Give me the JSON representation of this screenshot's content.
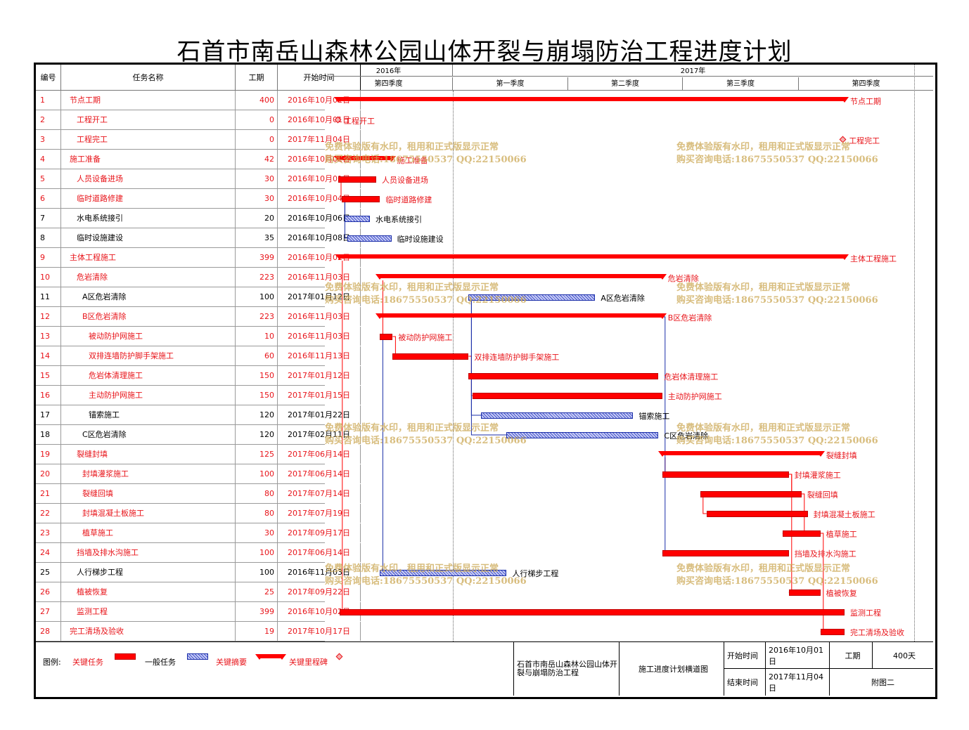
{
  "title": "石首市南岳山森林公园山体开裂与崩塌防治工程进度计划",
  "columns": {
    "id": "编号",
    "name": "任务名称",
    "duration": "工期",
    "start": "开始时间"
  },
  "timeline": {
    "years": [
      "2016年",
      "2017年"
    ],
    "quarters": [
      "第四季度",
      "第一季度",
      "第二季度",
      "第三季度",
      "第四季度"
    ]
  },
  "tasks": [
    {
      "id": "1",
      "name": "节点工期",
      "duration": "400",
      "start": "2016年10月01日",
      "level": 0,
      "critical": true
    },
    {
      "id": "2",
      "name": "工程开工",
      "duration": "0",
      "start": "2016年10月01日",
      "level": 1,
      "critical": true
    },
    {
      "id": "3",
      "name": "工程完工",
      "duration": "0",
      "start": "2017年11月04日",
      "level": 1,
      "critical": true
    },
    {
      "id": "4",
      "name": "施工准备",
      "duration": "42",
      "start": "2016年10月01日",
      "level": 0,
      "critical": true
    },
    {
      "id": "5",
      "name": "人员设备进场",
      "duration": "30",
      "start": "2016年10月01日",
      "level": 1,
      "critical": true
    },
    {
      "id": "6",
      "name": "临时道路修建",
      "duration": "30",
      "start": "2016年10月04日",
      "level": 1,
      "critical": true
    },
    {
      "id": "7",
      "name": "水电系统接引",
      "duration": "20",
      "start": "2016年10月06日",
      "level": 1,
      "critical": false
    },
    {
      "id": "8",
      "name": "临时设施建设",
      "duration": "35",
      "start": "2016年10月08日",
      "level": 1,
      "critical": false
    },
    {
      "id": "9",
      "name": "主体工程施工",
      "duration": "399",
      "start": "2016年10月02日",
      "level": 0,
      "critical": true
    },
    {
      "id": "10",
      "name": "危岩清除",
      "duration": "223",
      "start": "2016年11月03日",
      "level": 1,
      "critical": true
    },
    {
      "id": "11",
      "name": "A区危岩清除",
      "duration": "100",
      "start": "2017年01月12日",
      "level": 2,
      "critical": false
    },
    {
      "id": "12",
      "name": "B区危岩清除",
      "duration": "223",
      "start": "2016年11月03日",
      "level": 2,
      "critical": true
    },
    {
      "id": "13",
      "name": "被动防护网施工",
      "duration": "10",
      "start": "2016年11月03日",
      "level": 3,
      "critical": true
    },
    {
      "id": "14",
      "name": "双排连墙防护脚手架施工",
      "duration": "60",
      "start": "2016年11月13日",
      "level": 3,
      "critical": true
    },
    {
      "id": "15",
      "name": "危岩体清理施工",
      "duration": "150",
      "start": "2017年01月12日",
      "level": 3,
      "critical": true
    },
    {
      "id": "16",
      "name": "主动防护网施工",
      "duration": "150",
      "start": "2017年01月15日",
      "level": 3,
      "critical": true
    },
    {
      "id": "17",
      "name": "锚索施工",
      "duration": "120",
      "start": "2017年01月22日",
      "level": 3,
      "critical": false
    },
    {
      "id": "18",
      "name": "C区危岩清除",
      "duration": "120",
      "start": "2017年02月11日",
      "level": 2,
      "critical": false
    },
    {
      "id": "19",
      "name": "裂缝封填",
      "duration": "125",
      "start": "2017年06月14日",
      "level": 1,
      "critical": true
    },
    {
      "id": "20",
      "name": "封填灌浆施工",
      "duration": "100",
      "start": "2017年06月14日",
      "level": 2,
      "critical": true
    },
    {
      "id": "21",
      "name": "裂缝回填",
      "duration": "80",
      "start": "2017年07月14日",
      "level": 2,
      "critical": true
    },
    {
      "id": "22",
      "name": "封填混凝土板施工",
      "duration": "80",
      "start": "2017年07月19日",
      "level": 2,
      "critical": true
    },
    {
      "id": "23",
      "name": "植草施工",
      "duration": "30",
      "start": "2017年09月17日",
      "level": 2,
      "critical": true
    },
    {
      "id": "24",
      "name": "挡墙及排水沟施工",
      "duration": "100",
      "start": "2017年06月14日",
      "level": 1,
      "critical": true
    },
    {
      "id": "25",
      "name": "人行梯步工程",
      "duration": "100",
      "start": "2016年11月03日",
      "level": 1,
      "critical": false
    },
    {
      "id": "26",
      "name": "植被恢复",
      "duration": "25",
      "start": "2017年09月22日",
      "level": 1,
      "critical": true
    },
    {
      "id": "27",
      "name": "监测工程",
      "duration": "399",
      "start": "2016年10月02日",
      "level": 1,
      "critical": true
    },
    {
      "id": "28",
      "name": "完工清场及验收",
      "duration": "19",
      "start": "2017年10月17日",
      "level": 0,
      "critical": true
    }
  ],
  "watermark": {
    "line1": "免费体验版有水印，租用和正式版显示正常",
    "line2": "购买咨询电话:18675550537 QQ:22150066"
  },
  "legend": {
    "label": "图例:",
    "critical_task": "关键任务",
    "normal_task": "一般任务",
    "critical_summary": "关键摘要",
    "critical_milestone": "关键里程碑"
  },
  "footer": {
    "project_name": "石首市南岳山森林公园山体开裂与崩塌防治工程",
    "drawing_name": "施工进度计划横道图",
    "start_label": "开始时间",
    "start_value": "2016年10月01日",
    "end_label": "结束时间",
    "end_value": "2017年11月04日",
    "duration_label": "工期",
    "duration_value": "400天",
    "sheet": "附图二"
  },
  "colors": {
    "critical": "#ff0000",
    "normal": "#1a2da8",
    "critical_text": "#e8141a"
  }
}
